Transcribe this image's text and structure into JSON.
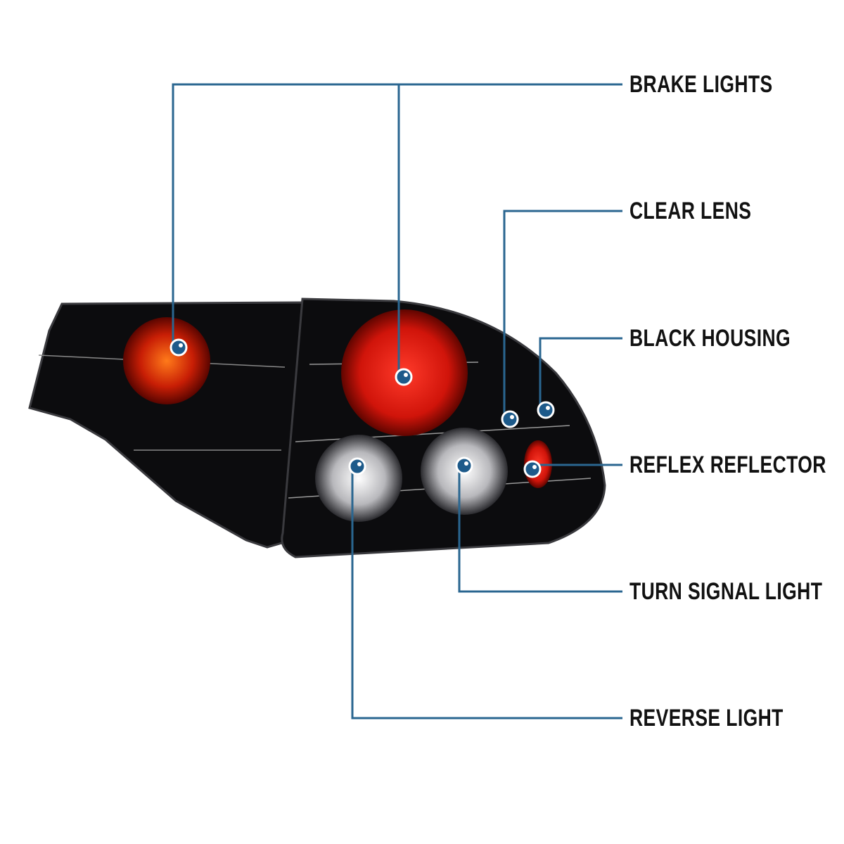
{
  "colors": {
    "callout_line": "#2a6690",
    "dot_fill": "#1d5a8a",
    "housing": "#0c0c0e"
  },
  "callouts": [
    {
      "id": "brake-lights",
      "label": "BRAKE LIGHTS"
    },
    {
      "id": "clear-lens",
      "label": "CLEAR LENS"
    },
    {
      "id": "black-housing",
      "label": "BLACK HOUSING"
    },
    {
      "id": "reflex-reflector",
      "label": "REFLEX REFLECTOR"
    },
    {
      "id": "turn-signal-light",
      "label": "TURN SIGNAL LIGHT"
    },
    {
      "id": "reverse-light",
      "label": "REVERSE LIGHT"
    }
  ]
}
